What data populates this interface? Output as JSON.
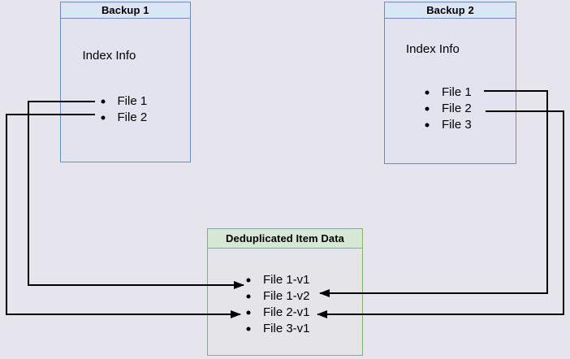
{
  "backup1": {
    "title": "Backup 1",
    "subtitle": "Index Info",
    "files": [
      "File 1",
      "File 2"
    ]
  },
  "backup2": {
    "title": "Backup 2",
    "subtitle": "Index Info",
    "files": [
      "File 1",
      "File 2",
      "File 3"
    ]
  },
  "dedup": {
    "title": "Deduplicated Item Data",
    "items": [
      "File 1-v1",
      "File 1-v2",
      "File 2-v1",
      "File 3-v1"
    ]
  },
  "connectors": [
    {
      "from": "Backup 1 / File 1",
      "to": "File 1-v1"
    },
    {
      "from": "Backup 1 / File 2",
      "to": "File 2-v1"
    },
    {
      "from": "Backup 2 / File 1",
      "to": "File 1-v2"
    },
    {
      "from": "Backup 2 / File 2",
      "to": "File 2-v1"
    }
  ],
  "colors": {
    "background": "#e6e4ec",
    "blue_box_border": "#6c8ebf",
    "blue_box_header_fill": "#d9e6f8",
    "green_box_border": "#82b366",
    "green_box_header_fill": "#d6e8d5",
    "connector": "#000000"
  }
}
